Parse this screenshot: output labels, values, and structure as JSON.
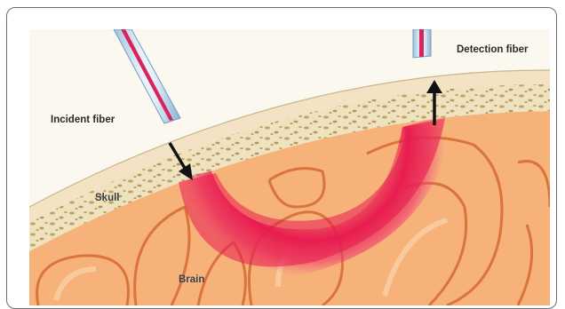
{
  "diagram": {
    "labels": {
      "incident": "Incident fiber",
      "detection": "Detection fiber",
      "skull": "Skull",
      "brain": "Brain"
    },
    "colors": {
      "background": "#fbf8ef",
      "scalp": "#f4e2c4",
      "skull": "#eee2bf",
      "skull_pores": "#b59a5c",
      "brain": "#f7b27a",
      "brain_edge": "#d9743a",
      "light_path": "#e8194e",
      "fiber_stripe": "#d8245e",
      "fiber_edge": "#6e9fc0",
      "arrow": "#111111"
    }
  }
}
